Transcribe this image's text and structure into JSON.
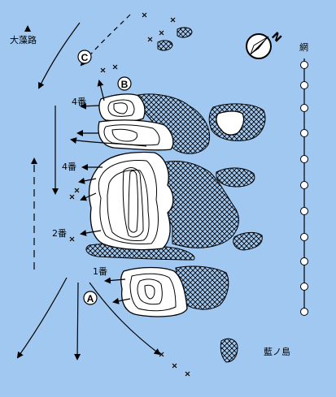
{
  "colors": {
    "sea": "#a0c8f0",
    "rock": "#ffffff",
    "reef_stroke": "#000000",
    "line": "#000000"
  },
  "labels": {
    "route_name": "大藻路",
    "island_name": "藍ノ島",
    "rope_name": "網",
    "spot_4a": "4番",
    "spot_4b": "4番",
    "spot_2": "2番",
    "spot_1": "1番"
  },
  "markers": {
    "a": "A",
    "b": "B",
    "c": "C"
  },
  "icons": {
    "compass": "north-arrow-icon",
    "cast_mark": "x-mark-icon"
  }
}
